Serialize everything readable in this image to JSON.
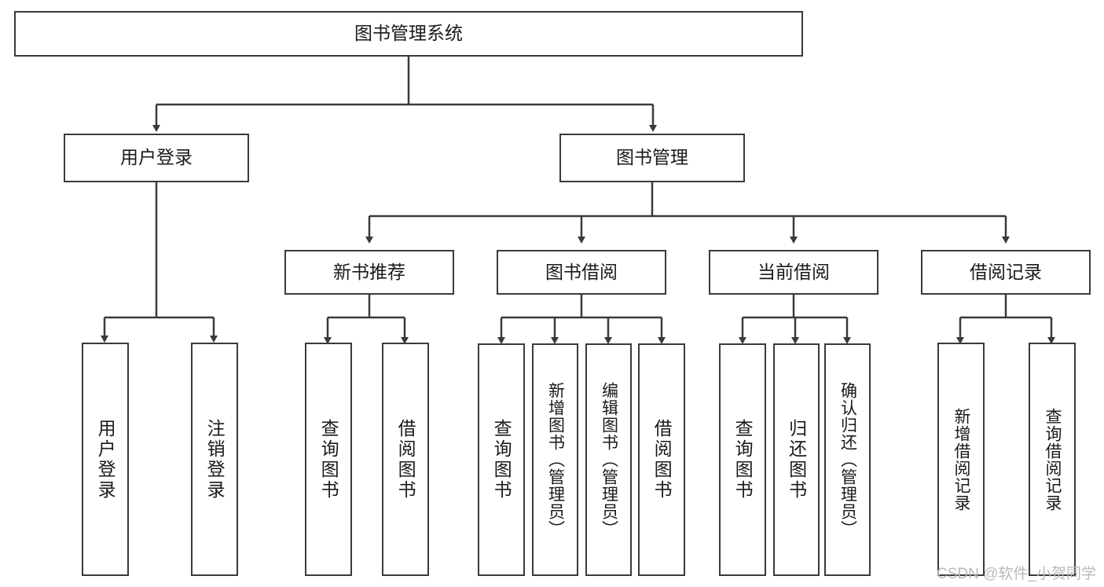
{
  "diagram": {
    "type": "tree-hierarchy",
    "title_node": {
      "id": "root",
      "label": "图书管理系统"
    },
    "level2": [
      {
        "id": "user-login",
        "label": "用户登录"
      },
      {
        "id": "book-manage",
        "label": "图书管理"
      }
    ],
    "level3": [
      {
        "id": "new-book-recommend",
        "label": "新书推荐",
        "parent": "book-manage"
      },
      {
        "id": "book-borrow",
        "label": "图书借阅",
        "parent": "book-manage"
      },
      {
        "id": "current-borrow",
        "label": "当前借阅",
        "parent": "book-manage"
      },
      {
        "id": "borrow-record",
        "label": "借阅记录",
        "parent": "book-manage"
      }
    ],
    "leaves": [
      {
        "id": "leaf-user-login",
        "label": "用户登录",
        "parent": "user-login"
      },
      {
        "id": "leaf-logout-login",
        "label": "注销登录",
        "parent": "user-login"
      },
      {
        "id": "leaf-query-book-1",
        "label": "查询图书",
        "parent": "new-book-recommend"
      },
      {
        "id": "leaf-borrow-book-1",
        "label": "借阅图书",
        "parent": "new-book-recommend"
      },
      {
        "id": "leaf-query-book-2",
        "label": "查询图书",
        "parent": "book-borrow"
      },
      {
        "id": "leaf-add-book",
        "label": "新增图书（管理员）",
        "parent": "book-borrow"
      },
      {
        "id": "leaf-edit-book",
        "label": "编辑图书（管理员）",
        "parent": "book-borrow"
      },
      {
        "id": "leaf-borrow-book-2",
        "label": "借阅图书",
        "parent": "book-borrow"
      },
      {
        "id": "leaf-query-book-3",
        "label": "查询图书",
        "parent": "current-borrow"
      },
      {
        "id": "leaf-return-book",
        "label": "归还图书",
        "parent": "current-borrow"
      },
      {
        "id": "leaf-confirm-return",
        "label": "确认归还（管理员）",
        "parent": "current-borrow"
      },
      {
        "id": "leaf-add-record",
        "label": "新增借阅记录",
        "parent": "borrow-record"
      },
      {
        "id": "leaf-query-record",
        "label": "查询借阅记录",
        "parent": "borrow-record"
      }
    ],
    "watermark": "CSDN @软件_小贺同学",
    "colors": {
      "border": "#3a3a3a",
      "background": "#ffffff",
      "text": "#1a1a1a",
      "connector": "#3a3a3a",
      "watermark": "#b9b9b9"
    }
  }
}
